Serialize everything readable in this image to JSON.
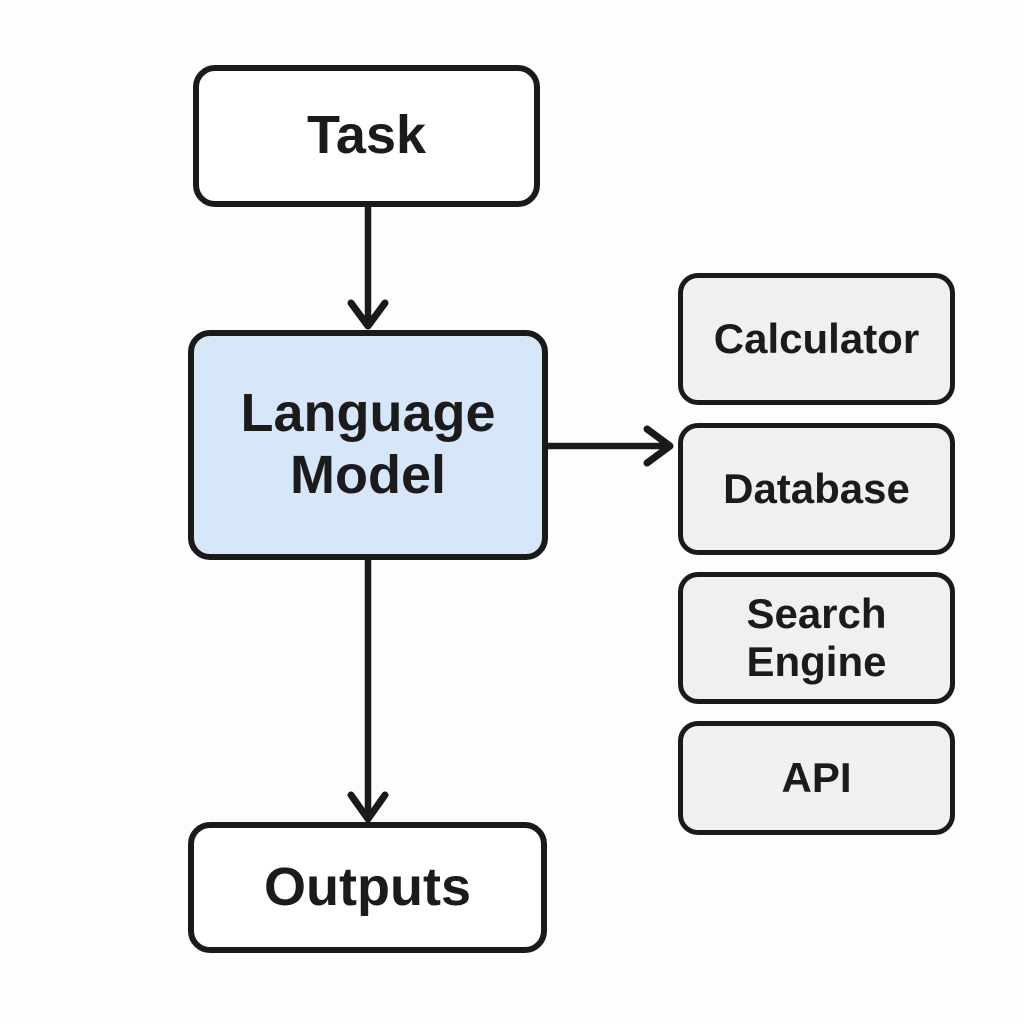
{
  "title": "Language model tool-use flow diagram",
  "colors": {
    "background": "#fdfdfd",
    "node_border": "#1a1a1a",
    "node_text": "#1b1b1b",
    "language_model_fill": "#d7e7fa",
    "tool_fill": "#f0f0ee",
    "plain_fill": "#ffffff",
    "arrow": "#1a1a1a"
  },
  "nodes": {
    "task": {
      "label": "Task"
    },
    "language_model": {
      "label": "Language Model"
    },
    "outputs": {
      "label": "Outputs"
    },
    "calculator": {
      "label": "Calculator"
    },
    "database": {
      "label": "Database"
    },
    "search_engine": {
      "label": "Search Engine"
    },
    "api": {
      "label": "API"
    }
  },
  "edges": [
    {
      "from": "task",
      "to": "language_model",
      "direction": "down"
    },
    {
      "from": "language_model",
      "to": "outputs",
      "direction": "down"
    },
    {
      "from": "language_model",
      "to": "tools",
      "direction": "right"
    }
  ]
}
